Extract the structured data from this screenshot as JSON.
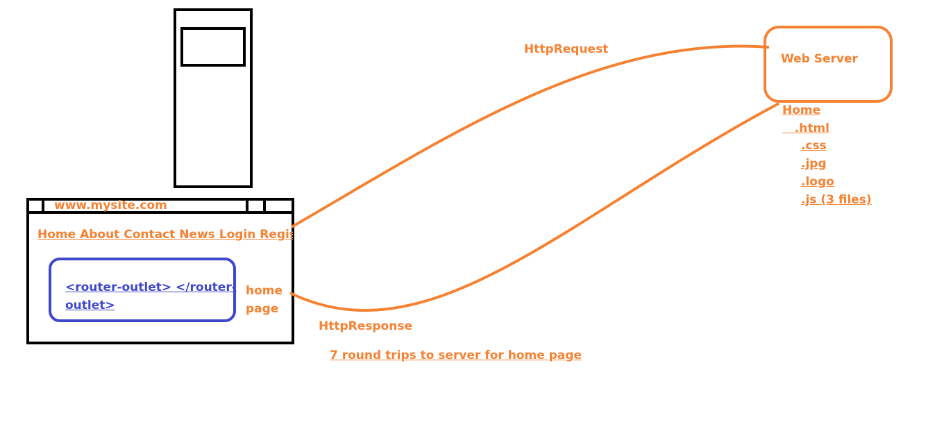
{
  "colors": {
    "accent": "#F58233",
    "blue": "#3F48CC",
    "ink": "#000000"
  },
  "browser": {
    "url": "www.mysite.com",
    "nav": "Home  About  Contact News Login Register",
    "outlet_line1": "<router-outlet> </router-",
    "outlet_line2": "outlet>",
    "side_line1": "home",
    "side_line2": "page"
  },
  "arrows": {
    "request": "HttpRequest",
    "response": "HttpResponse"
  },
  "server": {
    "title": "Web Server",
    "files": [
      "Home",
      "   .html",
      ".css",
      ".jpg",
      ".logo",
      ".js (3 files)"
    ]
  },
  "note": "7 round trips to server for home page"
}
